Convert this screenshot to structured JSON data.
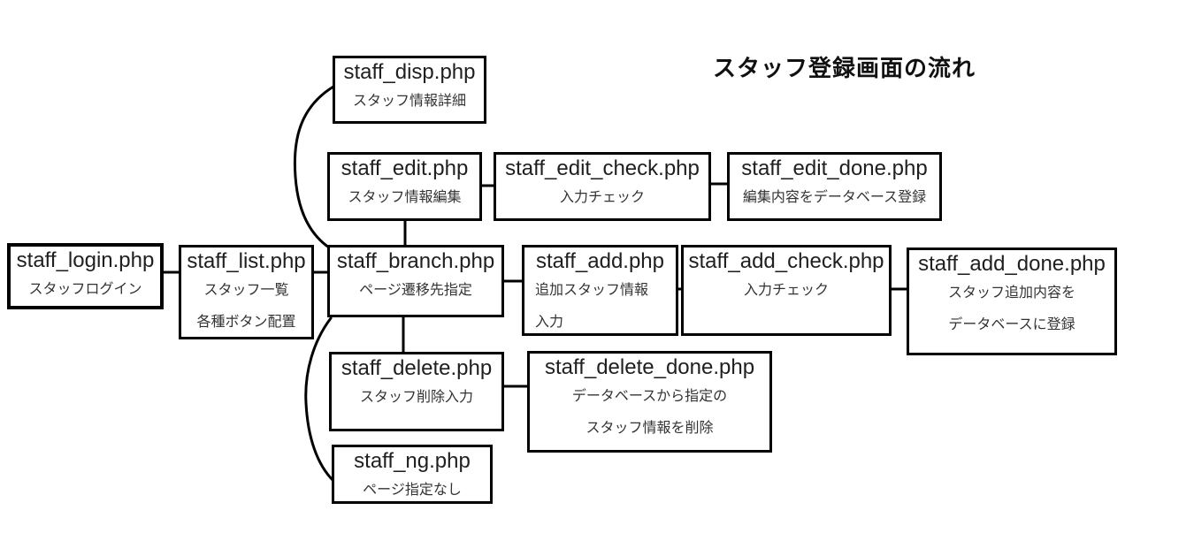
{
  "title": "スタッフ登録画面の流れ",
  "colors": {
    "border": "#000000",
    "file_text": "#1f1f1f",
    "desc_text": "#333333",
    "background": "#ffffff"
  },
  "nodes": [
    {
      "id": "staff_login",
      "file": "staff_login.php",
      "desc": [
        "スタッフログイン"
      ]
    },
    {
      "id": "staff_list",
      "file": "staff_list.php",
      "desc": [
        "スタッフ一覧",
        "各種ボタン配置"
      ]
    },
    {
      "id": "staff_disp",
      "file": "staff_disp.php",
      "desc": [
        "スタッフ情報詳細"
      ]
    },
    {
      "id": "staff_edit",
      "file": "staff_edit.php",
      "desc": [
        "スタッフ情報編集"
      ]
    },
    {
      "id": "staff_edit_check",
      "file": "staff_edit_check.php",
      "desc": [
        "入力チェック"
      ]
    },
    {
      "id": "staff_edit_done",
      "file": "staff_edit_done.php",
      "desc": [
        "編集内容をデータベース登録"
      ]
    },
    {
      "id": "staff_branch",
      "file": "staff_branch.php",
      "desc": [
        "ページ遷移先指定"
      ]
    },
    {
      "id": "staff_add",
      "file": "staff_add.php",
      "desc": [
        "追加スタッフ情報",
        "入力"
      ]
    },
    {
      "id": "staff_add_check",
      "file": "staff_add_check.php",
      "desc": [
        "入力チェック"
      ]
    },
    {
      "id": "staff_add_done",
      "file": "staff_add_done.php",
      "desc": [
        "スタッフ追加内容を",
        "データベースに登録"
      ]
    },
    {
      "id": "staff_delete",
      "file": "staff_delete.php",
      "desc": [
        "スタッフ削除入力"
      ]
    },
    {
      "id": "staff_delete_done",
      "file": "staff_delete_done.php",
      "desc": [
        "データベースから指定の",
        "スタッフ情報を削除"
      ]
    },
    {
      "id": "staff_ng",
      "file": "staff_ng.php",
      "desc": [
        "ページ指定なし"
      ]
    }
  ],
  "edges": [
    {
      "from": "staff_login",
      "to": "staff_list",
      "shape": "straight"
    },
    {
      "from": "staff_list",
      "to": "staff_branch",
      "shape": "straight"
    },
    {
      "from": "staff_branch",
      "to": "staff_disp",
      "shape": "curve"
    },
    {
      "from": "staff_branch",
      "to": "staff_edit",
      "shape": "straight"
    },
    {
      "from": "staff_edit",
      "to": "staff_edit_check",
      "shape": "straight"
    },
    {
      "from": "staff_edit_check",
      "to": "staff_edit_done",
      "shape": "straight"
    },
    {
      "from": "staff_branch",
      "to": "staff_add",
      "shape": "straight"
    },
    {
      "from": "staff_add",
      "to": "staff_add_check",
      "shape": "straight"
    },
    {
      "from": "staff_add_check",
      "to": "staff_add_done",
      "shape": "straight"
    },
    {
      "from": "staff_branch",
      "to": "staff_delete",
      "shape": "straight"
    },
    {
      "from": "staff_delete",
      "to": "staff_delete_done",
      "shape": "straight"
    },
    {
      "from": "staff_branch",
      "to": "staff_ng",
      "shape": "curve"
    }
  ]
}
